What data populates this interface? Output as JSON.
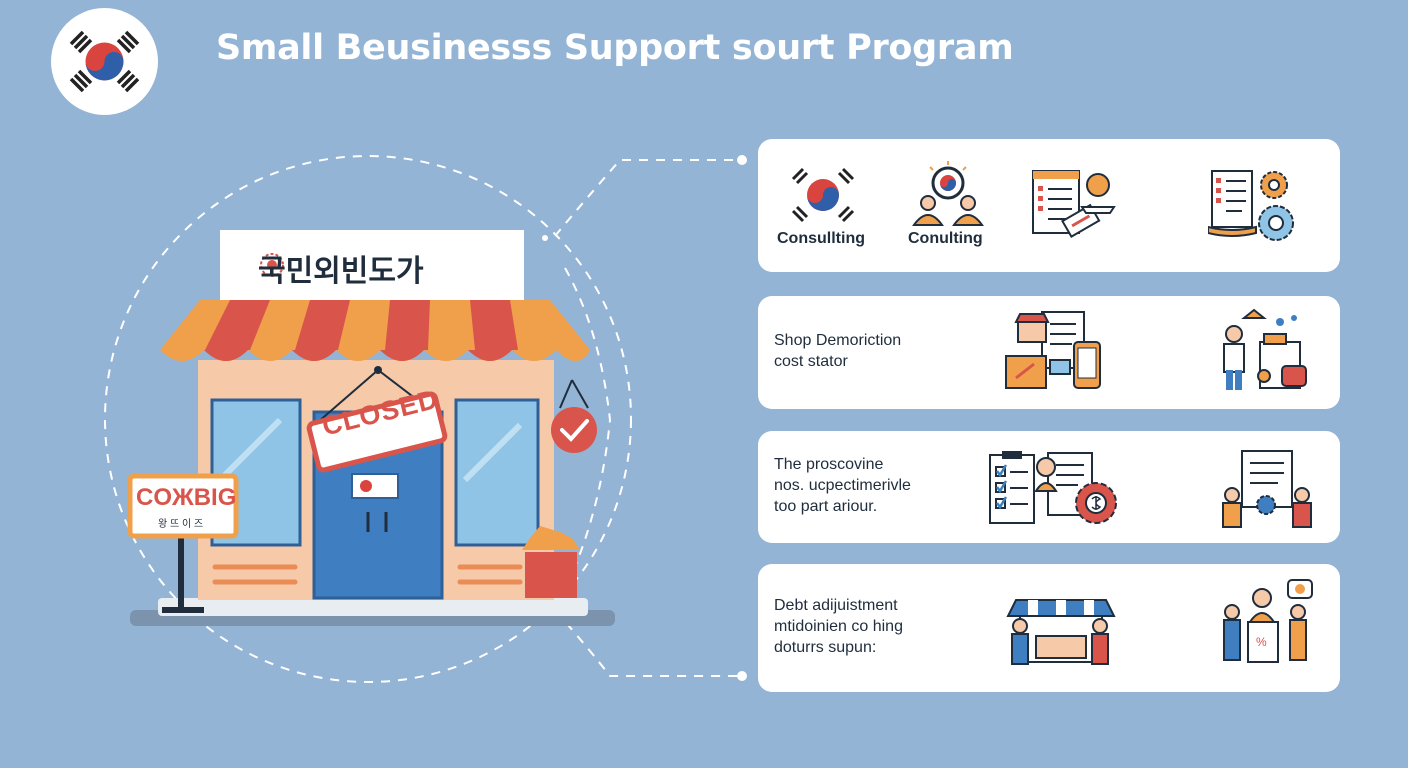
{
  "header": {
    "title": "Small Beusinesss Support sourt Program",
    "logo_icon": "taegukgi-flag-icon"
  },
  "store": {
    "sign_text": "국민외빈도가",
    "closed_sign": "CLOSED",
    "side_sign_main": "COЖBIG",
    "side_sign_sub": "왕 뜨 이 즈"
  },
  "cards": [
    {
      "icons": [
        {
          "name": "taegukgi-flag-icon",
          "label": "Consullting"
        },
        {
          "name": "consultants-magnifier-icon",
          "label": "Conulting"
        },
        {
          "name": "checklist-document-icon",
          "label": ""
        },
        {
          "name": "document-gears-icon",
          "label": ""
        }
      ]
    },
    {
      "lines": [
        "Shop Demoriction",
        "cost stator"
      ],
      "icons": [
        "shop-documents-phone-icon",
        "worker-tools-icon"
      ]
    },
    {
      "lines": [
        "The proscovine",
        "nos. ucpectimerivle",
        "too part ariour."
      ],
      "icons": [
        "checklist-gear-icon",
        "team-document-gear-icon"
      ]
    },
    {
      "lines": [
        "Debt adijuistment",
        "mtidoinien co hing",
        "doturrs supun:"
      ],
      "icons": [
        "market-stall-people-icon",
        "advisors-discount-icon"
      ]
    }
  ],
  "colors": {
    "background": "#93b4d4",
    "accent_red": "#d9544a",
    "accent_orange": "#f0a04b",
    "accent_blue": "#3f7fc1",
    "text": "#1f2d3d"
  }
}
